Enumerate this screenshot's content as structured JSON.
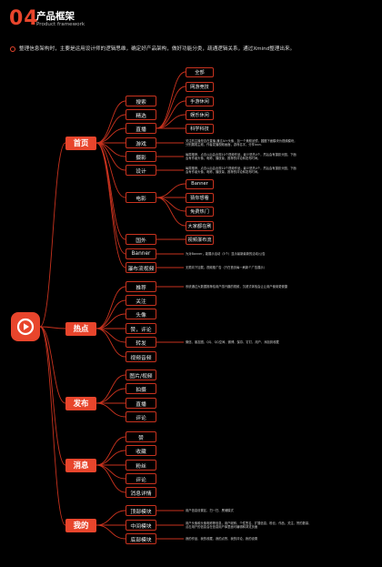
{
  "header": {
    "number": "04",
    "title": "产品框架",
    "subtitle": "Product framework",
    "description": "整理信息架构时，主要是运用设计师的逻辑思维，确定好产品架构，做好功能分类，疏通逻辑关系，通过Xmind整理出来。"
  },
  "icons": {
    "logo": "play-circle-icon",
    "bullet": "ring-icon"
  },
  "colors": {
    "accent": "#e8452c",
    "line": "#c8321e"
  },
  "root": [
    {
      "label": "首页",
      "children": [
        {
          "label": "搜索"
        },
        {
          "label": "精选"
        },
        {
          "label": "直播",
          "children": [
            {
              "label": "全部"
            },
            {
              "label": "网游竞技"
            },
            {
              "label": "手游休闲"
            },
            {
              "label": "娱乐休闲"
            },
            {
              "label": "科学科技"
            }
          ]
        },
        {
          "label": "游戏",
          "note": [
            "关注的主播是否在直播,通过AI+头像，加一个美颜滤镜，圆圈下面模块为视频模块，",
            "分别展现主频，作者发播视频画面，游戏名字，分享icon."
          ]
        },
        {
          "label": "摄影",
          "note": [
            "每周推荐，点击以后会出现10个视频作品，最少是热4个，然后会有摄影头图，下面",
            "会有作者头像，昵称，播放量，推荐的评论和发布时间。"
          ]
        },
        {
          "label": "设计",
          "note": [
            "每周推荐，点击以后会出现10个视频作品，最少是热4个，然后会有摄影头图，下面",
            "会有作者头像，昵称，播放量，推荐的评论和发布时间。"
          ]
        },
        {
          "label": "电影",
          "children": [
            {
              "label": "Banner"
            },
            {
              "label": "猜你想看"
            },
            {
              "label": "免费热门"
            },
            {
              "label": "大家都在刷"
            }
          ]
        },
        {
          "label": "国外",
          "children": [
            {
              "label": "视频瀑布流"
            }
          ]
        },
        {
          "label": "Banner",
          "note": [
            "为对Banner，能展示活动（5个）显示最新最新的活动/公告"
          ]
        },
        {
          "label": "瀑布流视频",
          "note": [
            "无限向下加载，视频推广告（只在首页每一刷新个广告展示）"
          ]
        }
      ]
    },
    {
      "label": "热点",
      "children": [
        {
          "label": "推荐",
          "note": [
            "系统通过大数据推荐给用户感兴趣的视频，沉浸式体验会让让用户使用更便捷"
          ]
        },
        {
          "label": "关注"
        },
        {
          "label": "头像"
        },
        {
          "label": "赞，评论"
        },
        {
          "label": "转发",
          "note": [
            "微信、朋友圈、QQ、QQ空间、微博、保存、钉钉、用户、添加到收藏"
          ]
        },
        {
          "label": "视频音频"
        }
      ]
    },
    {
      "label": "发布",
      "children": [
        {
          "label": "图片/视频"
        },
        {
          "label": "拍摄"
        },
        {
          "label": "直播"
        },
        {
          "label": "评论"
        }
      ]
    },
    {
      "label": "消息",
      "children": [
        {
          "label": "赞"
        },
        {
          "label": "收藏"
        },
        {
          "label": "粉丝"
        },
        {
          "label": "评论"
        },
        {
          "label": "消息详情"
        }
      ]
    },
    {
      "label": "我的",
      "children": [
        {
          "label": "顶部模块",
          "note": [
            "用户信息设置区、扫一扫、黑储模式"
          ]
        },
        {
          "label": "中间模块",
          "note": [
            "用户头像和头像昵称等信息，用户昵称、个性签名、扩展信息，粉丝、作品、关注、赞的数量、",
            "点击用户的信息会在信息用户库里面可编辑和浏览页面"
          ]
        },
        {
          "label": "底部模块",
          "note": [
            "我的作品、我的收藏、我的点赞、我的评论、我的设置"
          ]
        }
      ]
    }
  ]
}
